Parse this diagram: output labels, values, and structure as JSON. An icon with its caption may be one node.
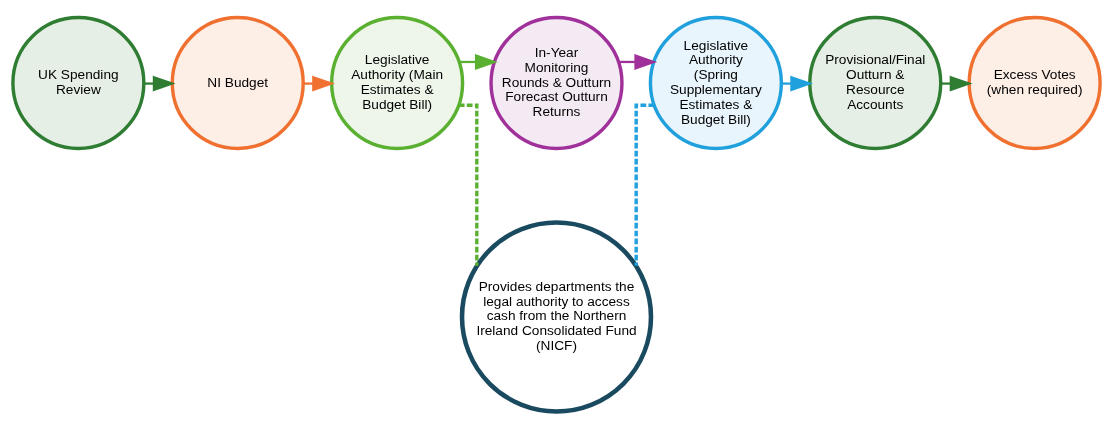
{
  "diagram": {
    "nodes": [
      {
        "text": [
          "UK Spending Review"
        ]
      },
      {
        "text": [
          "NI Budget"
        ]
      },
      {
        "text": [
          "Legislative Authority (Main Estimates & Budget Bill)"
        ]
      },
      {
        "text": [
          "In-Year Monitoring Rounds & Outturn Forecast Outturn Returns"
        ]
      },
      {
        "text": [
          "Legislative Authority (Spring Supplementary Estimates & Budget Bill)"
        ]
      },
      {
        "text": [
          "Provisional/Final Outturn & Resource Accounts"
        ]
      },
      {
        "text": [
          "Excess Votes (when required)"
        ]
      },
      {
        "text": [
          "Provides departments the legal authority to access cash from the Northern Ireland Consolidated Fund (NICF)"
        ]
      }
    ],
    "edges": [
      {
        "from": 0,
        "to": 1,
        "arrow": "to",
        "color": "#2e7d32"
      },
      {
        "from": 1,
        "to": 2,
        "arrow": "to",
        "color": "#f07030"
      },
      {
        "from": 2,
        "to": 3,
        "arrow": "to",
        "color": "#5ab030"
      },
      {
        "from": 3,
        "to": 4,
        "arrow": "to",
        "color": "#a0309a"
      },
      {
        "from": 4,
        "to": 5,
        "arrow": "to",
        "color": "#20a0dc"
      },
      {
        "from": 5,
        "to": 6,
        "arrow": "to",
        "color": "#2e7d32"
      },
      {
        "from": 2,
        "to": 7,
        "arrow": "none",
        "style": "dashed",
        "color": "#5ab030"
      },
      {
        "from": 4,
        "to": 7,
        "arrow": "none",
        "style": "dashed",
        "color": "#20a0dc"
      }
    ]
  }
}
